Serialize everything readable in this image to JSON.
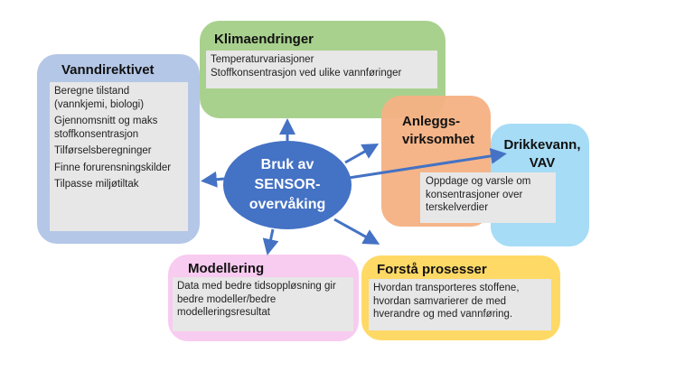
{
  "colors": {
    "vanndirektivet": "#b4c7e7",
    "klimaendringer": "#a9d18e",
    "anleggsvirksomhet": "#f4b183",
    "drikkevann": "#a6dcf6",
    "modellering": "#f8cbf0",
    "forsta": "#ffd966",
    "center": "#4472c4",
    "arrow": "#4472c4"
  },
  "center": {
    "lines": [
      "Bruk av",
      "SENSOR-",
      "overvåking"
    ]
  },
  "vanndirektivet": {
    "title": "Vanndirektivet",
    "items": [
      "Beregne tilstand (vannkjemi, biologi)",
      "Gjennomsnitt og maks stoffkonsentrasjon",
      "Tilførselsberegninger",
      "Finne forurensningskilder",
      "Tilpasse miljøtiltak"
    ]
  },
  "klimaendringer": {
    "title": "Klimaendringer",
    "items": [
      "Temperaturvariasjoner",
      "Stoffkonsentrasjon ved ulike vannføringer"
    ]
  },
  "anleggsvirksomhet": {
    "title_lines": [
      "Anleggs-",
      "virksomhet"
    ]
  },
  "drikkevann": {
    "title_lines": [
      "Drikkevann,",
      "VAV"
    ],
    "text": "Oppdage og varsle om konsentrasjoner over terskelverdier"
  },
  "modellering": {
    "title": "Modellering",
    "text": "Data med bedre tidsoppløsning gir bedre modeller/bedre modelleringsresultat"
  },
  "forsta": {
    "title": "Forstå prosesser",
    "text": "Hvordan transporteres stoffene, hvordan samvarierer de med hverandre og med vannføring."
  }
}
